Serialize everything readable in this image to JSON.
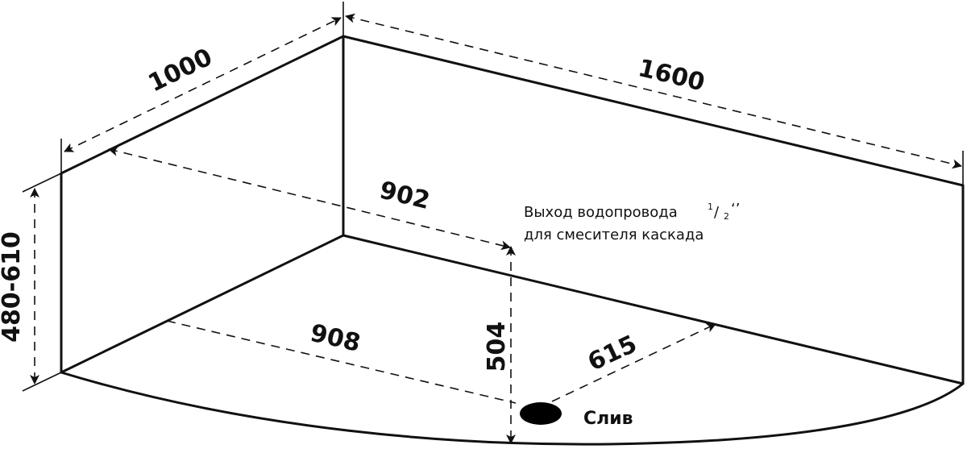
{
  "dimensions": {
    "back_left_width": "1000",
    "back_right_length": "1600",
    "inner_depth": "902",
    "floor_width": "908",
    "drain_to_back": "504",
    "drain_to_side": "615",
    "height_range": "480-610"
  },
  "water_outlet": {
    "line1": "Выход водопровода",
    "fraction_numerator": "1",
    "fraction_slash": "/",
    "fraction_denominator": "2",
    "inch_mark": "‘’",
    "line2": "для смесителя каскада"
  },
  "drain": {
    "label": "Слив"
  }
}
